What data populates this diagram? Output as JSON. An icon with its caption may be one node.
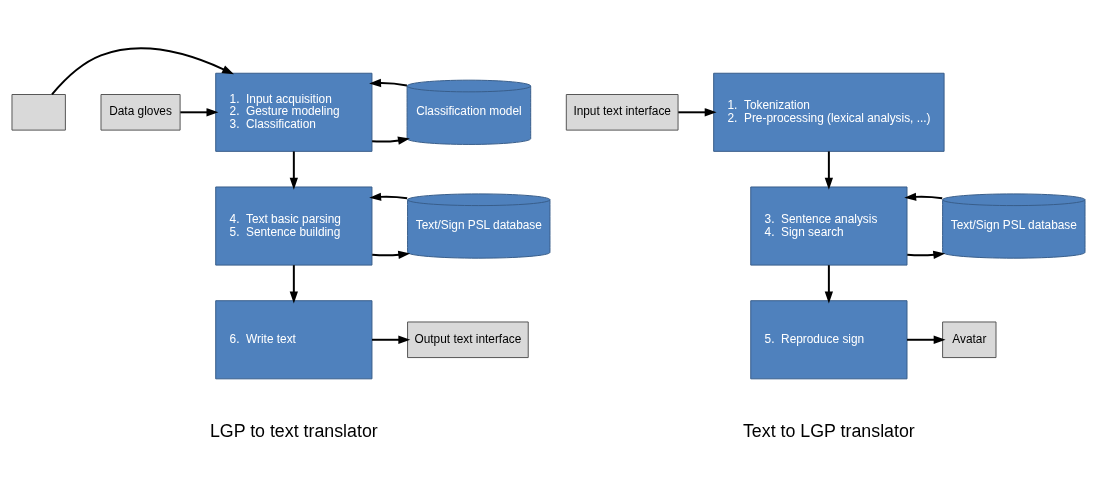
{
  "diagram": {
    "nodes": [
      {
        "text": [],
        "shape": "box"
      },
      {
        "text": [
          "Data gloves"
        ]
      },
      {
        "text": [
          "1.  Input acquisition",
          "2.  Gesture modeling",
          "3.  Classification"
        ]
      },
      {
        "text": [
          "Classification model"
        ]
      },
      {
        "text": [
          "4.  Text basic parsing",
          "5.  Sentence building"
        ]
      },
      {
        "text": [
          "Text/Sign PSL database"
        ]
      },
      {
        "text": [
          "6.  Write text"
        ]
      },
      {
        "text": [
          "Output text interface"
        ]
      },
      {
        "text": [
          "Input text interface"
        ]
      },
      {
        "text": [
          "1.  Tokenization",
          "2.  Pre-processing (lexical analysis, ...)"
        ]
      },
      {
        "text": [
          "3.  Sentence analysis",
          "4.  Sign search"
        ]
      },
      {
        "text": [
          "Text/Sign PSL database"
        ]
      },
      {
        "text": [
          "5.  Reproduce sign"
        ]
      },
      {
        "text": [
          "Avatar"
        ]
      }
    ],
    "edges": [
      {
        "from": 0,
        "to": 2,
        "arrow": "to"
      },
      {
        "from": 1,
        "to": 2,
        "arrow": "to"
      },
      {
        "from": 2,
        "to": 3,
        "arrow": "to"
      },
      {
        "from": 3,
        "to": 2,
        "arrow": "to"
      },
      {
        "from": 2,
        "to": 4,
        "arrow": "to"
      },
      {
        "from": 4,
        "to": 5,
        "arrow": "to"
      },
      {
        "from": 5,
        "to": 4,
        "arrow": "to"
      },
      {
        "from": 4,
        "to": 6,
        "arrow": "to"
      },
      {
        "from": 6,
        "to": 7,
        "arrow": "to"
      },
      {
        "from": 8,
        "to": 9,
        "arrow": "to"
      },
      {
        "from": 9,
        "to": 10,
        "arrow": "to"
      },
      {
        "from": 10,
        "to": 11,
        "arrow": "to"
      },
      {
        "from": 11,
        "to": 10,
        "arrow": "to"
      },
      {
        "from": 10,
        "to": 12,
        "arrow": "to"
      },
      {
        "from": 12,
        "to": 13,
        "arrow": "to"
      }
    ],
    "labels": [
      "LGP to text translator",
      "Text to LGP translator"
    ]
  }
}
